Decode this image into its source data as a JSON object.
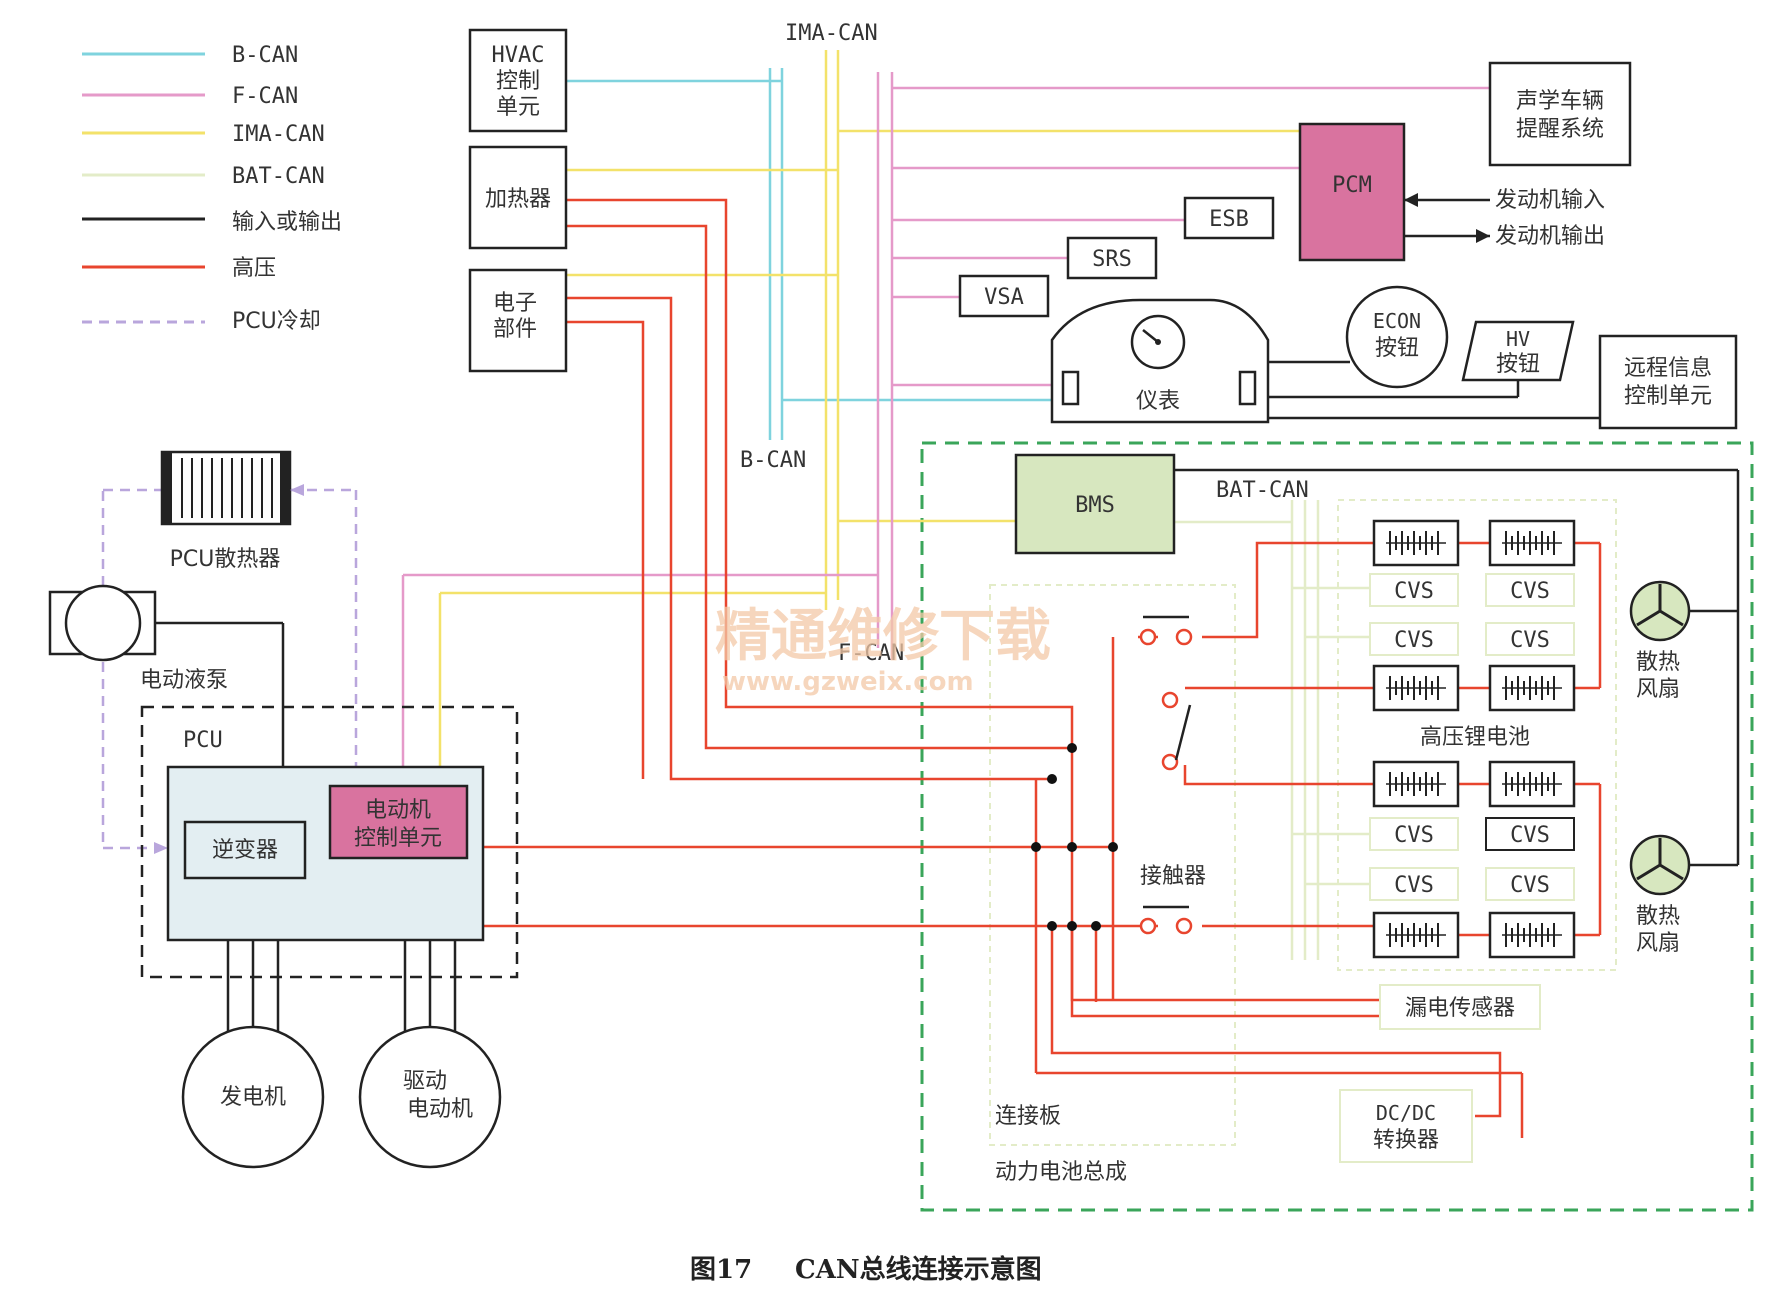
{
  "legend": {
    "b_can": "B-CAN",
    "f_can": "F-CAN",
    "ima_can": "IMA-CAN",
    "bat_can": "BAT-CAN",
    "io": "输入或输出",
    "high_voltage": "高压",
    "pcu_cooling": "PCU冷却"
  },
  "bus_labels": {
    "ima_can": "IMA-CAN",
    "b_can": "B-CAN",
    "f_can": "F-CAN",
    "bat_can": "BAT-CAN"
  },
  "units": {
    "hvac": [
      "HVAC",
      "控制",
      "单元"
    ],
    "heater": "加热器",
    "electronics": [
      "电子",
      "部件"
    ],
    "acoustic": [
      "声学车辆",
      "提醒系统"
    ],
    "pcm": "PCM",
    "engine_in": "发动机输入",
    "engine_out": "发动机输出",
    "esb": "ESB",
    "srs": "SRS",
    "vsa": "VSA",
    "meter": "仪表",
    "econ": [
      "ECON",
      "按钮"
    ],
    "hv": [
      "HV",
      "按钮"
    ],
    "telematics": [
      "远程信息",
      "控制单元"
    ],
    "bms": "BMS",
    "cvs": "CVS",
    "hv_battery": "高压锂电池",
    "fan": [
      "散热",
      "风扇"
    ],
    "contactor": "接触器",
    "leak_sensor": "漏电传感器",
    "dcdc": [
      "DC/DC",
      "转换器"
    ],
    "junction_board": "连接板",
    "battery_assembly": "动力电池总成",
    "pcu_radiator": "PCU散热器",
    "pump": "电动液泵",
    "pcu": "PCU",
    "inverter": "逆变器",
    "mcu": [
      "电动机",
      "控制单元"
    ],
    "generator": "发电机",
    "drive_motor": [
      "驱动",
      "电动机"
    ]
  },
  "watermark": {
    "main": "精通维修下载",
    "url": "www.gzweix.com"
  },
  "caption": {
    "fig": "图17",
    "title": "CAN总线连接示意图"
  },
  "colors": {
    "b_can": "#7fd3de",
    "f_can": "#e59ac9",
    "ima_can": "#f3e26a",
    "bat_can": "#e3ecc8",
    "io": "#222222",
    "high_voltage": "#e8452e",
    "pcu_cooling": "#b9a6dc",
    "pcm_fill": "#d9739f",
    "bms_fill": "#d7e7bf",
    "pcu_fill": "#e3eef2",
    "battery_assembly_border": "#3aa55a"
  }
}
